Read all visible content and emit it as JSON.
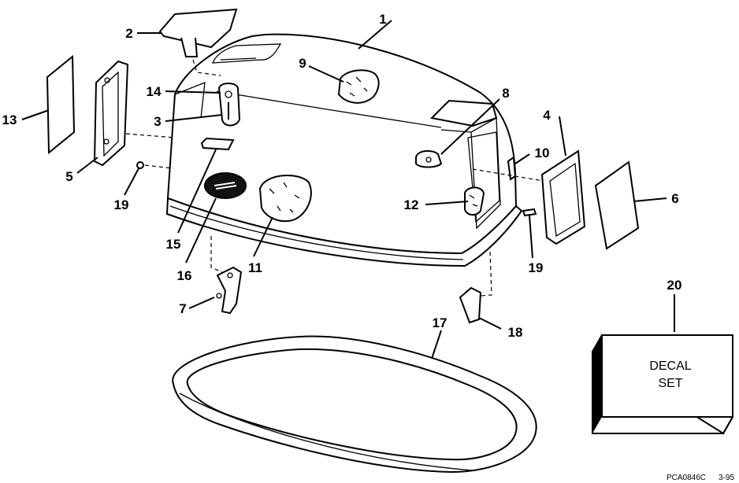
{
  "callouts": [
    {
      "id": "1",
      "label": "1"
    },
    {
      "id": "2",
      "label": "2"
    },
    {
      "id": "3",
      "label": "3"
    },
    {
      "id": "4",
      "label": "4"
    },
    {
      "id": "5",
      "label": "5"
    },
    {
      "id": "6",
      "label": "6"
    },
    {
      "id": "7",
      "label": "7"
    },
    {
      "id": "8",
      "label": "8"
    },
    {
      "id": "9",
      "label": "9"
    },
    {
      "id": "10",
      "label": "10"
    },
    {
      "id": "11",
      "label": "11"
    },
    {
      "id": "12",
      "label": "12"
    },
    {
      "id": "13",
      "label": "13"
    },
    {
      "id": "14",
      "label": "14"
    },
    {
      "id": "15",
      "label": "15"
    },
    {
      "id": "16",
      "label": "16"
    },
    {
      "id": "17",
      "label": "17"
    },
    {
      "id": "18",
      "label": "18"
    },
    {
      "id": "19a",
      "label": "19"
    },
    {
      "id": "19b",
      "label": "19"
    },
    {
      "id": "20",
      "label": "20"
    }
  ],
  "decal_box": {
    "line1": "DECAL",
    "line2": "SET"
  },
  "footer": {
    "code": "PCA0846C",
    "date": "3-95"
  }
}
